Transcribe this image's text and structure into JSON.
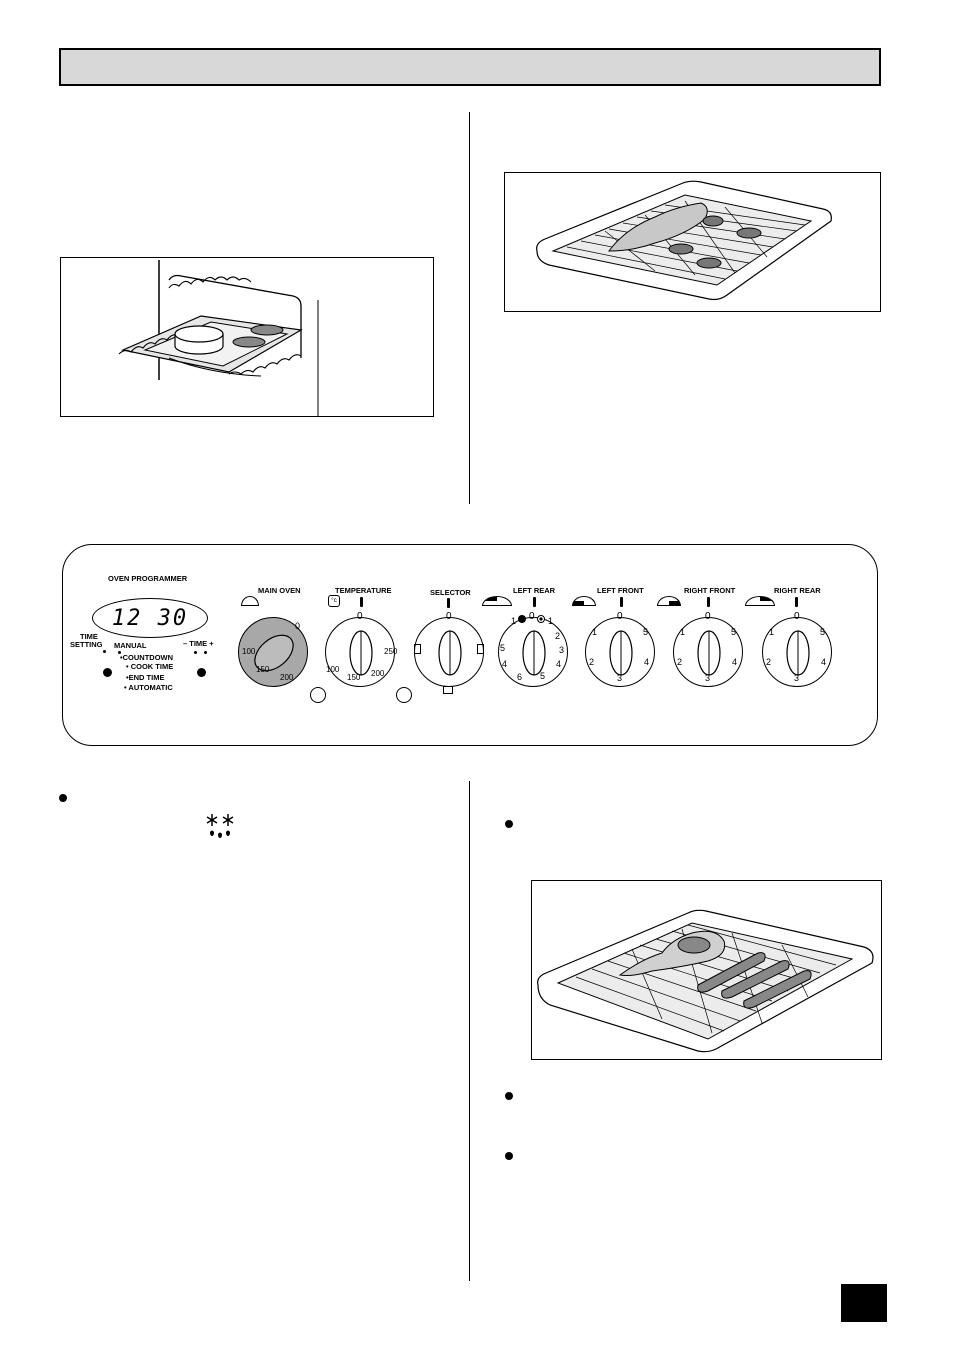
{
  "header": {
    "title": ""
  },
  "control_panel": {
    "programmer": {
      "title": "OVEN PROGRAMMER",
      "clock": "12 30",
      "time_setting_line1": "TIME",
      "time_setting_line2": "SETTING",
      "time_adjust": "– TIME +",
      "modes": [
        "MANUAL",
        "•COUNTDOWN",
        "• COOK TIME",
        "•END TIME",
        "• AUTOMATIC"
      ]
    },
    "knobs": [
      {
        "id": "main-oven",
        "label": "MAIN OVEN",
        "ticks": [
          "0",
          "100",
          "150",
          "200"
        ]
      },
      {
        "id": "temperature",
        "label": "TEMPERATURE",
        "ticks": [
          "0",
          "100",
          "150",
          "200",
          "250"
        ]
      },
      {
        "id": "selector",
        "label": "SELECTOR",
        "ticks": [
          "0"
        ]
      },
      {
        "id": "left-rear",
        "label": "LEFT REAR",
        "ticks": [
          "1",
          "0",
          "1",
          "2",
          "3",
          "4",
          "5",
          "6",
          "4",
          "5"
        ]
      },
      {
        "id": "left-front",
        "label": "LEFT FRONT",
        "ticks": [
          "0",
          "1",
          "2",
          "3",
          "4",
          "5"
        ]
      },
      {
        "id": "right-front",
        "label": "RIGHT FRONT",
        "ticks": [
          "0",
          "1",
          "2",
          "3",
          "4",
          "5"
        ]
      },
      {
        "id": "right-rear",
        "label": "RIGHT REAR",
        "ticks": [
          "0",
          "1",
          "2",
          "3",
          "4",
          "5"
        ]
      }
    ],
    "temperature_unit": "°c"
  },
  "colors": {
    "header_bg": "#d8d8d8",
    "knob_shade": "#a8a8a8",
    "ink": "#000000"
  },
  "icons": [
    "defrost-icon",
    "grill-pan-figure",
    "oven-shelf-figure",
    "grill-pan-steak-figure"
  ]
}
